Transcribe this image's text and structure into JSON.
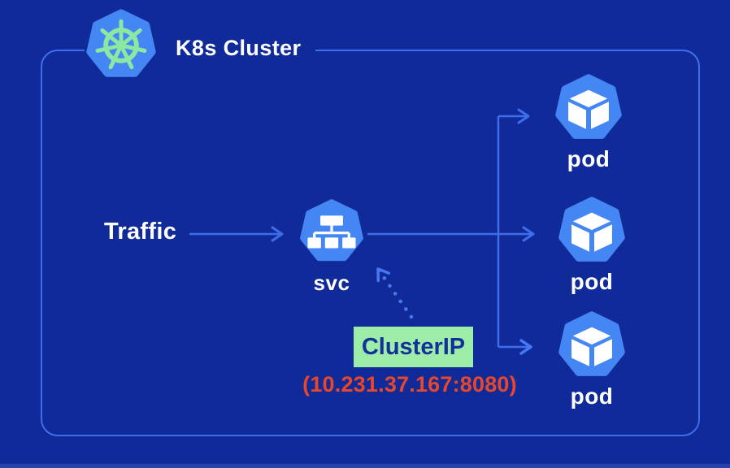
{
  "title": "K8s Cluster",
  "traffic_label": "Traffic",
  "service": {
    "label": "svc"
  },
  "pods": [
    {
      "label": "pod"
    },
    {
      "label": "pod"
    },
    {
      "label": "pod"
    }
  ],
  "cluster_ip": {
    "label": "ClusterIP",
    "address": "(10.231.37.167:8080)"
  },
  "icons": {
    "logo": "kubernetes-helm-icon",
    "service": "service-tree-icon",
    "pod": "cube-icon"
  },
  "colors": {
    "background": "#102B99",
    "node_blue": "#4486F4",
    "line_blue": "#3E6EEB",
    "helm_green": "#8BE8A3",
    "clusterip_bg": "#9BEDA8",
    "clusterip_text": "#15309B",
    "address_orange": "#E8472B",
    "text_white": "#FFFFFF"
  }
}
